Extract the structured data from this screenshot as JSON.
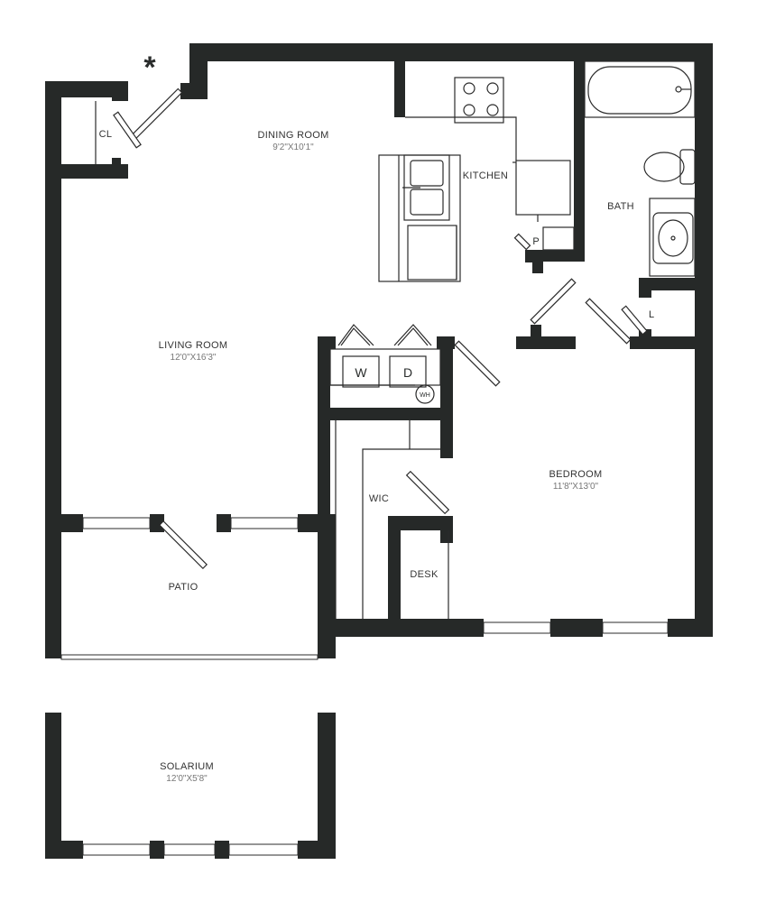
{
  "colors": {
    "wall": "#262928",
    "line": "#2b2b2b",
    "text": "#333333",
    "subtext": "#777777"
  },
  "marker": "*",
  "rooms": {
    "dining": {
      "name": "DINING ROOM",
      "dims": "9'2\"X10'1\""
    },
    "kitchen": {
      "name": "KITCHEN"
    },
    "bath": {
      "name": "BATH"
    },
    "living": {
      "name": "LIVING ROOM",
      "dims": "12'0\"X16'3\""
    },
    "bedroom": {
      "name": "BEDROOM",
      "dims": "11'8\"X13'0\""
    },
    "patio": {
      "name": "PATIO"
    },
    "solarium": {
      "name": "SOLARIUM",
      "dims": "12'0\"X5'8\""
    },
    "wic": {
      "name": "WIC"
    },
    "desk": {
      "name": "DESK"
    },
    "closet": {
      "name": "CL"
    }
  },
  "fixtures": {
    "washer": "W",
    "dryer": "D",
    "water_heater": "WH",
    "pantry": "P",
    "linen": "L"
  },
  "icons": [
    "stove-icon",
    "sink-icon",
    "dishwasher-icon",
    "refrigerator-icon",
    "bathtub-icon",
    "toilet-icon",
    "lavatory-icon",
    "door-swing-icon",
    "window-icon",
    "entry-asterisk-icon"
  ]
}
